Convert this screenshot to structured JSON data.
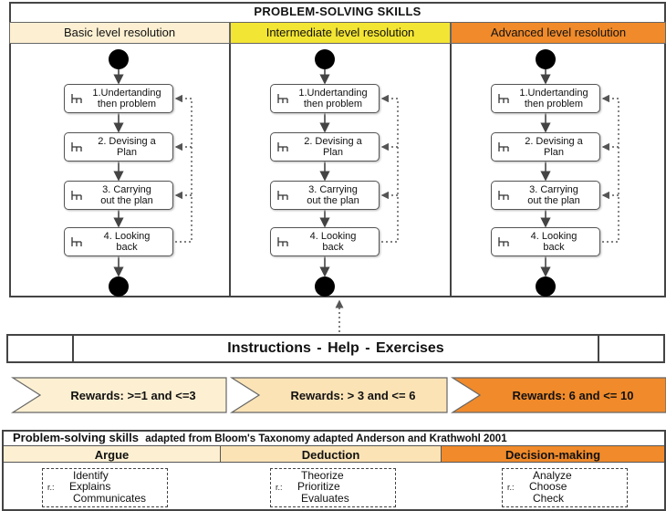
{
  "title": "PROBLEM-SOLVING SKILLS",
  "columns": [
    {
      "label": "Basic level resolution",
      "color": "#fdf0d2"
    },
    {
      "label": "Intermediate level resolution",
      "color": "#f3e533"
    },
    {
      "label": "Advanced level resolution",
      "color": "#f08a2a"
    }
  ],
  "steps": [
    "1.Undertanding\nthen problem",
    "2. Devising a\nPlan",
    "3. Carrying\nout the plan",
    "4. Looking\nback"
  ],
  "bar_label": "Instructions  -  Help  -  Exercises",
  "rewards": [
    {
      "label": "Rewards: >=1 and <=3",
      "color": "#fdf0d2"
    },
    {
      "label": "Rewards: > 3 and <= 6",
      "color": "#fbe3b6"
    },
    {
      "label": "Rewards: 6 and <= 10",
      "color": "#f08a2a"
    }
  ],
  "bloom": {
    "title_main": "Problem-solving skills",
    "title_sub": "adapted from Bloom's Taxonomy adapted Anderson and Krathwohl 2001",
    "categories": [
      {
        "label": "Argue",
        "color": "#fdf0d2",
        "items": [
          "Identify",
          "Explains",
          "Communicates"
        ]
      },
      {
        "label": "Deduction",
        "color": "#fbe3b6",
        "items": [
          "Theorize",
          "Prioritize",
          "Evaluates"
        ]
      },
      {
        "label": "Decision-making",
        "color": "#f08a2a",
        "items": [
          "Analyze",
          "Choose",
          "Check"
        ]
      }
    ]
  }
}
